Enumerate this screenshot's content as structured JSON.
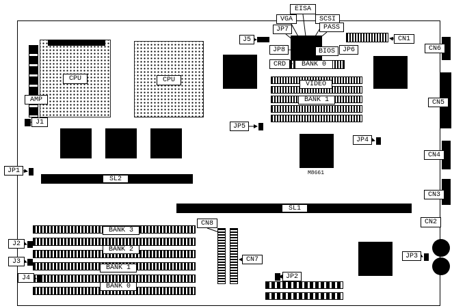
{
  "model": "M8661",
  "top": {
    "eisa": "EISA",
    "vga": "VGA",
    "scsi": "SCSI",
    "pass": "PASS",
    "jp7": "JP7",
    "jp8": "JP8",
    "jp6": "JP6",
    "bios": "BIOS",
    "crd": "CRD",
    "bank0": "BANK 0",
    "j5": "J5",
    "cn1": "CN1"
  },
  "left": {
    "amp": "AMP",
    "cpu1": "CPU",
    "cpu2": "CPU",
    "j1": "J1",
    "jp1": "JP1",
    "sl2": "SL2"
  },
  "center": {
    "video": "VIDEO",
    "bank1": "BANK 1",
    "jp5": "JP5",
    "jp4": "JP4",
    "sl1": "SL1"
  },
  "right": {
    "cn6": "CN6",
    "cn5": "CN5",
    "cn4": "CN4",
    "cn3": "CN3",
    "cn2": "CN2",
    "jp3": "JP3"
  },
  "bottom": {
    "bank3": "BANK 3",
    "bank2": "BANK 2",
    "bank1": "BANK 1",
    "bank0": "BANK 0",
    "j2": "J2",
    "j3": "J3",
    "j4": "J4",
    "cn8": "CN8",
    "cn7": "CN7",
    "jp2": "JP2"
  }
}
